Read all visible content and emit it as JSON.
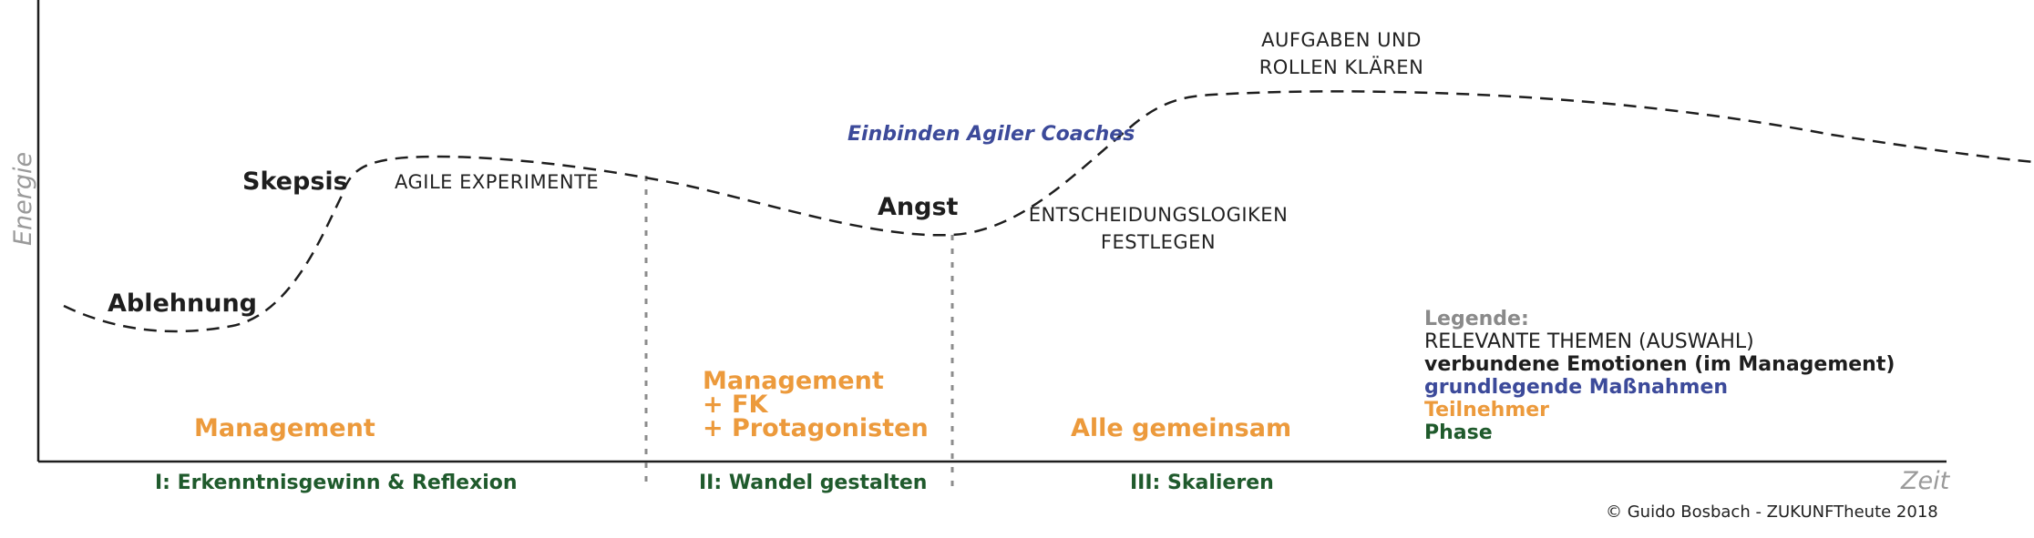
{
  "axes": {
    "y_label": "Energie",
    "x_label": "Zeit"
  },
  "emotions": {
    "ablehnung": "Ablehnung",
    "skepsis": "Skepsis",
    "angst": "Angst"
  },
  "topics": {
    "agile_experimente": "AGILE EXPERIMENTE",
    "entscheidungslogiken_1": "ENTSCHEIDUNGSLOGIKEN",
    "entscheidungslogiken_2": "FESTLEGEN",
    "aufgaben_1": "AUFGABEN UND",
    "aufgaben_2": "ROLLEN KLÄREN"
  },
  "measures": {
    "agile_coaches": "Einbinden Agiler Coaches"
  },
  "participants": {
    "management": "Management",
    "middle_1": "Management",
    "middle_2": "+ FK",
    "middle_3": "+ Protagonisten",
    "alle": "Alle gemeinsam"
  },
  "phases": {
    "phase_1": "I: Erkenntnisgewinn & Reflexion",
    "phase_2": "II: Wandel gestalten",
    "phase_3": "III: Skalieren"
  },
  "legend": {
    "title": "Legende:",
    "topics": "RELEVANTE THEMEN (AUSWAHL)",
    "emotions": "verbundene Emotionen (im Management)",
    "measures": "grundlegende Maßnahmen",
    "participants": "Teilnehmer",
    "phase": "Phase"
  },
  "copyright": "© Guido Bosbach - ZUKUNFTheute 2018",
  "colors": {
    "curve": "#1e1e1e",
    "axis": "#1e1e1e",
    "phase_divider": "#8c8c8c",
    "emotion": "#1e1e1e",
    "measure": "#3c4a9a",
    "participant": "#ec9a3c",
    "phase": "#1f5a2c",
    "axis_label": "#9a9a9a"
  }
}
